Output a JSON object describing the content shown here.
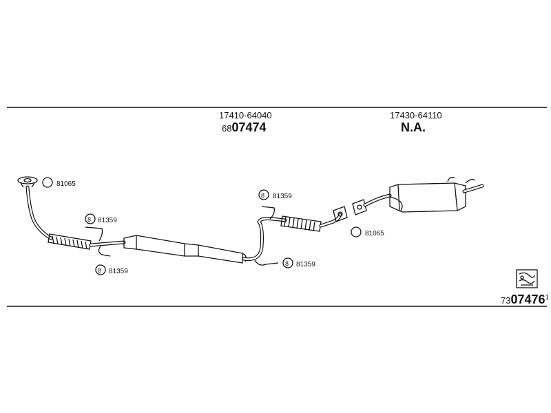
{
  "header": {
    "left_part_code": "17410-64040",
    "left_ref_prefix": "68",
    "left_ref_main": "07474",
    "right_part_code": "17430-64110",
    "right_ref": "N.A."
  },
  "callouts": {
    "gasket_front": "81065",
    "clamp_front_upper": "81359",
    "clamp_front_lower": "81359",
    "clamp_mid_upper": "81359",
    "clamp_mid_lower": "81359",
    "gasket_rear": "81065"
  },
  "footer": {
    "ref_prefix": "73",
    "ref_main": "07476",
    "ref_suffix": "1"
  },
  "colors": {
    "line": "#111111",
    "background": "#ffffff"
  },
  "icons": {
    "clamp_symbol": "clamp-icon",
    "gasket_symbol": "gasket-ring-icon",
    "book_symbol": "catalog-book-icon"
  }
}
